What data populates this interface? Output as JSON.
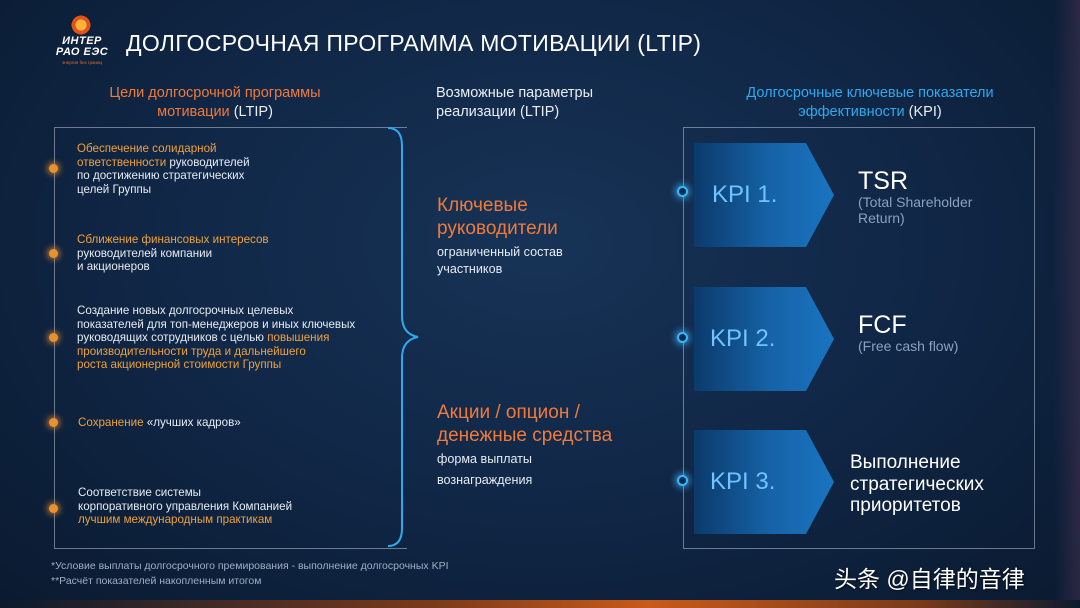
{
  "logo": {
    "line1": "ИНТЕР",
    "line2": "РАО ЕЭС",
    "tagline": "энергия без границ"
  },
  "title": "ДОЛГОСРОЧНАЯ ПРОГРАММА МОТИВАЦИИ (LTIP)",
  "columns": {
    "goals_header": {
      "part1": "Цели долгосрочной программы",
      "part2": "мотивации",
      "part3": " (LTIP)"
    },
    "params_header": {
      "line1": "Возможные параметры",
      "line2": "реализации (LTIP)"
    },
    "kpi_header": {
      "part1": "Долгосрочные ключевые показатели",
      "part2": "эффективности",
      "part3": " (KPI)"
    }
  },
  "goals": [
    {
      "a": "Обеспечение солидарной",
      "b": "ответственности",
      "c": " руководителей",
      "d": "по достижению стратегических",
      "e": "целей Группы"
    },
    {
      "a": "Сближение финансовых интересов",
      "b": "руководителей компании",
      "c": "и акционеров"
    },
    {
      "a": "Создание новых долгосрочных целевых",
      "b": "показателей для топ-менеджеров и иных ключевых",
      "c": "руководящих сотрудников с целью ",
      "d": "повышения",
      "e": "производительности труда и дальнейшего",
      "f": "роста акционерной стоимости Группы"
    },
    {
      "a": "Сохранение",
      "b": " «лучших кадров»"
    },
    {
      "a": "Соответствие системы",
      "b": "корпоративного управления Компанией",
      "c": "лучшим международным практикам"
    }
  ],
  "params": [
    {
      "big1": "Ключевые",
      "big2": "руководители",
      "small1": "ограниченный состав",
      "small2": "участников"
    },
    {
      "big1": "Акции / опцион /",
      "big2": "денежные средства",
      "small1": "форма выплаты",
      "small2": "вознаграждения"
    }
  ],
  "kpis": [
    {
      "label": "KPI 1.",
      "name": "TSR",
      "sub1": "(Total Shareholder",
      "sub2": "Return)"
    },
    {
      "label": "KPI 2.",
      "name": "FCF",
      "sub1": "(Free cash flow)"
    },
    {
      "label": "KPI 3.",
      "name1": "Выполнение",
      "name2": "стратегических",
      "name3": "приоритетов"
    }
  ],
  "footnotes": [
    "*Условие выплаты долгосрочного премирования - выполнение долгосрочных KPI",
    "**Расчёт показателей накопленным итогом"
  ],
  "watermark": "头条 @自律的音律",
  "colors": {
    "accent_orange": "#f07a3a",
    "accent_blue": "#2ea9ef",
    "background": "#112848"
  }
}
